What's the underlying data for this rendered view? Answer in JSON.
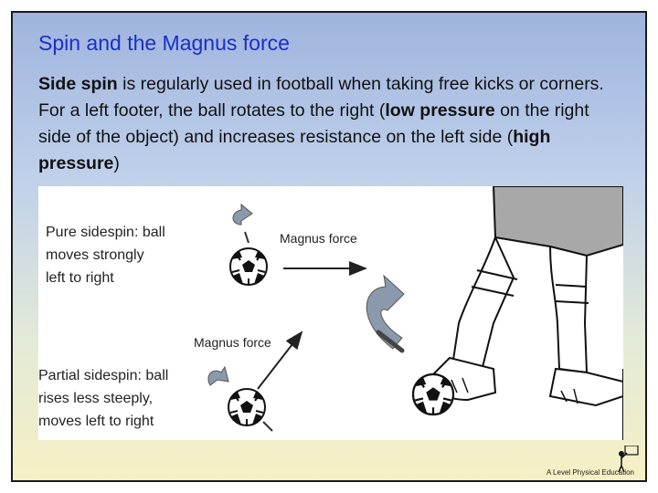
{
  "slide": {
    "title": "Spin and the Magnus force",
    "paragraph": {
      "t1": "Side spin",
      "t2": " is regularly used in football when taking free kicks or corners. For a left footer, the ball rotates to the right (",
      "t3": "low pressure",
      "t4": " on the right side of the object) and increases resistance on the left side (",
      "t5": "high pressure",
      "t6": ")"
    }
  },
  "figure": {
    "pure_label": [
      "Pure sidespin: ball",
      "moves strongly",
      "left to right"
    ],
    "magnus_label_top": "Magnus force",
    "magnus_label_bottom": "Magnus force",
    "partial_label": [
      "Partial sidespin: ball",
      "rises less steeply,",
      "moves left to right"
    ]
  },
  "footer": {
    "credit": "A Level Physical Education"
  },
  "colors": {
    "title": "#1a2fc8",
    "spin_arrow": "#8a9aac"
  }
}
